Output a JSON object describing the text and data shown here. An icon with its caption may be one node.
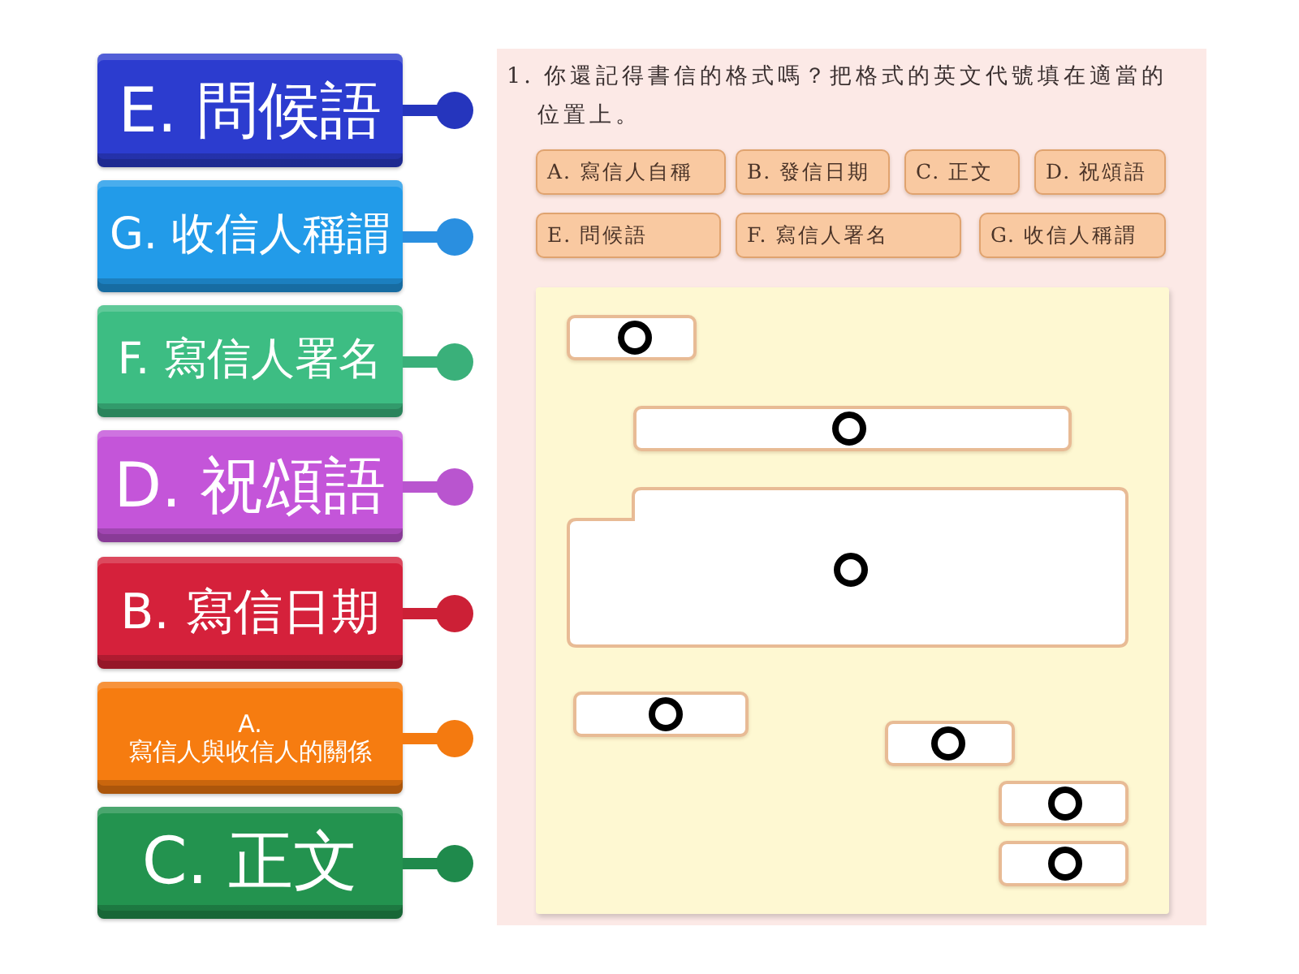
{
  "diagram": {
    "nodes": [
      {
        "text": [
          "E. 問候語"
        ]
      },
      {
        "text": [
          "G. 收信人稱謂"
        ]
      },
      {
        "text": [
          "F. 寫信人署名"
        ]
      },
      {
        "text": [
          "D. 祝頌語"
        ]
      },
      {
        "text": [
          "B. 寫信日期"
        ]
      },
      {
        "text": [
          "A. 寫信人與收信人的關係"
        ]
      },
      {
        "text": [
          "C. 正文"
        ]
      },
      {
        "text": [
          "1. 你還記得書信的格式嗎？把格式的英文代號填在適當的位置上。"
        ]
      },
      {
        "text": [
          "A. 寫信人自稱"
        ],
        "in": 7
      },
      {
        "text": [
          "B. 發信日期"
        ],
        "in": 7
      },
      {
        "text": [
          "C. 正文"
        ],
        "in": 7
      },
      {
        "text": [
          "D. 祝頌語"
        ],
        "in": 7
      },
      {
        "text": [
          "E. 問候語"
        ],
        "in": 7
      },
      {
        "text": [
          "F. 寫信人署名"
        ],
        "in": 7
      },
      {
        "text": [
          "G. 收信人稱謂"
        ],
        "in": 7
      },
      {
        "text": [],
        "shape": "box",
        "in": 7
      },
      {
        "text": [],
        "shape": "box",
        "in": 15
      },
      {
        "text": [],
        "shape": "box",
        "in": 15
      },
      {
        "text": [],
        "shape": "box",
        "in": 15
      },
      {
        "text": [],
        "shape": "box",
        "in": 15
      },
      {
        "text": [],
        "shape": "box",
        "in": 15
      },
      {
        "text": [],
        "shape": "box",
        "in": 15
      },
      {
        "text": [],
        "shape": "box",
        "in": 15
      }
    ]
  }
}
